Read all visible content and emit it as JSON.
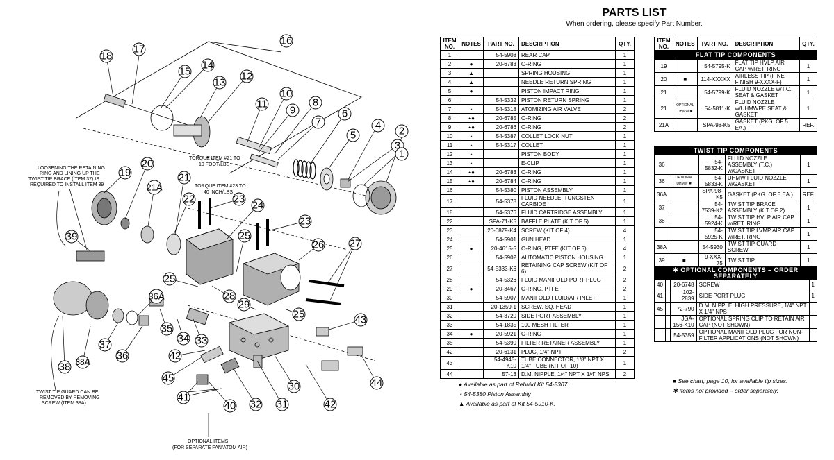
{
  "header": {
    "title": "PARTS LIST",
    "subtitle": "When ordering, please specify Part Number."
  },
  "columns": {
    "item": "ITEM NO.",
    "notes": "NOTES",
    "part": "PART NO.",
    "desc": "DESCRIPTION",
    "qty": "QTY."
  },
  "main_rows": [
    {
      "item": "1",
      "notes": "",
      "part": "54-5908",
      "desc": "REAR CAP",
      "qty": "1"
    },
    {
      "item": "2",
      "notes": "●",
      "part": "20-6783",
      "desc": "O-RING",
      "qty": "1"
    },
    {
      "item": "3",
      "notes": "▲",
      "part": "",
      "desc": "SPRING HOUSING",
      "qty": "1"
    },
    {
      "item": "4",
      "notes": "▲",
      "part": "",
      "desc": "NEEDLE RETURN SPRING",
      "qty": "1"
    },
    {
      "item": "5",
      "notes": "●",
      "part": "",
      "desc": "PISTON IMPACT RING",
      "qty": "1"
    },
    {
      "item": "6",
      "notes": "",
      "part": "54-5332",
      "desc": "PISTON RETURN SPRING",
      "qty": "1"
    },
    {
      "item": "7",
      "notes": "⋆",
      "part": "54-5318",
      "desc": "ATOMIZING AIR VALVE",
      "qty": "2"
    },
    {
      "item": "8",
      "notes": "⋆●",
      "part": "20-6785",
      "desc": "O-RING",
      "qty": "2"
    },
    {
      "item": "9",
      "notes": "⋆●",
      "part": "20-6786",
      "desc": "O-RING",
      "qty": "2"
    },
    {
      "item": "10",
      "notes": "⋆",
      "part": "54-5387",
      "desc": "COLLET LOCK NUT",
      "qty": "1"
    },
    {
      "item": "11",
      "notes": "⋆",
      "part": "54-5317",
      "desc": "COLLET",
      "qty": "1"
    },
    {
      "item": "12",
      "notes": "⋆",
      "part": "",
      "desc": "PISTON BODY",
      "qty": "1"
    },
    {
      "item": "13",
      "notes": "⋆",
      "part": "",
      "desc": "E-CLIP",
      "qty": "1"
    },
    {
      "item": "14",
      "notes": "⋆●",
      "part": "20-6783",
      "desc": "O-RING",
      "qty": "1"
    },
    {
      "item": "15",
      "notes": "⋆●",
      "part": "20-6784",
      "desc": "O-RING",
      "qty": "1"
    },
    {
      "item": "16",
      "notes": "",
      "part": "54-5380",
      "desc": "PISTON ASSEMBLY",
      "qty": "1"
    },
    {
      "item": "17",
      "notes": "",
      "part": "54-5378",
      "desc": "FLUID NEEDLE, TUNGSTEN CARBIDE",
      "qty": "1"
    },
    {
      "item": "18",
      "notes": "",
      "part": "54-5376",
      "desc": "FLUID CARTRIDGE ASSEMBLY",
      "qty": "1"
    },
    {
      "item": "22",
      "notes": "",
      "part": "SPA-71-K5",
      "desc": "BAFFLE PLATE (KIT OF 5)",
      "qty": "1"
    },
    {
      "item": "23",
      "notes": "",
      "part": "20-6879-K4",
      "desc": "SCREW (KIT OF 4)",
      "qty": "4"
    },
    {
      "item": "24",
      "notes": "",
      "part": "54-5901",
      "desc": "GUN HEAD",
      "qty": "1"
    },
    {
      "item": "25",
      "notes": "●",
      "part": "20-4615-5",
      "desc": "O-RING, PTFE (KIT OF 5)",
      "qty": "4"
    },
    {
      "item": "26",
      "notes": "",
      "part": "54-5902",
      "desc": "AUTOMATIC PISTON HOUSING",
      "qty": "1"
    },
    {
      "item": "27",
      "notes": "",
      "part": "54-5333-K6",
      "desc": "RETAINING CAP SCREW (KIT OF 6)",
      "qty": "2"
    },
    {
      "item": "28",
      "notes": "",
      "part": "54-5326",
      "desc": "FLUID MANIFOLD PORT PLUG",
      "qty": "2"
    },
    {
      "item": "29",
      "notes": "●",
      "part": "20-3467",
      "desc": "O-RING, PTFE",
      "qty": "2"
    },
    {
      "item": "30",
      "notes": "",
      "part": "54-5907",
      "desc": "MANIFOLD FLUID/AIR INLET",
      "qty": "1"
    },
    {
      "item": "31",
      "notes": "",
      "part": "20-1359-1",
      "desc": "SCREW, SQ. HEAD",
      "qty": "1"
    },
    {
      "item": "32",
      "notes": "",
      "part": "54-3720",
      "desc": "SIDE PORT ASSEMBLY",
      "qty": "1"
    },
    {
      "item": "33",
      "notes": "",
      "part": "54-1835",
      "desc": "100 MESH FILTER",
      "qty": "1"
    },
    {
      "item": "34",
      "notes": "●",
      "part": "20-5921",
      "desc": "O-RING",
      "qty": "1"
    },
    {
      "item": "35",
      "notes": "",
      "part": "54-5390",
      "desc": "FILTER RETAINER ASSEMBLY",
      "qty": "1"
    },
    {
      "item": "42",
      "notes": "",
      "part": "20-6131",
      "desc": "PLUG, 1/4\" NPT",
      "qty": "2"
    },
    {
      "item": "43",
      "notes": "",
      "part": "54-4945-K10",
      "desc": "TUBE CONNECTOR, 1/8\" NPT X 1/4\" TUBE (KIT OF 10)",
      "qty": "1"
    },
    {
      "item": "44",
      "notes": "",
      "part": "57-13",
      "desc": "D.M. NIPPLE, 1/4\" NPT X 1/4\" NPS",
      "qty": "2"
    }
  ],
  "flat_tip": {
    "title": "FLAT TIP COMPONENTS",
    "rows": [
      {
        "item": "19",
        "notes": "",
        "part": "54-5795-K",
        "desc": "FLAT TIP HVLP AIR CAP w/RET. RING",
        "qty": "1"
      },
      {
        "item": "20",
        "notes": "■",
        "part": "114-XXXXX",
        "desc": "AIRLESS TIP (FINE FINISH 9-XXXX-F)",
        "qty": "1"
      },
      {
        "item": "21",
        "notes": "",
        "part": "54-5799-K",
        "desc": "FLUID NOZZLE w/T.C. SEAT & GASKET",
        "qty": "1"
      },
      {
        "item": "21",
        "notes": "OPTIONAL UHMW ✱",
        "part": "54-5811-K",
        "desc": "FLUID NOZZLE w/UHMWPE SEAT & GASKET",
        "qty": "1"
      },
      {
        "item": "21A",
        "notes": "",
        "part": "SPA-98-K5",
        "desc": "GASKET (PKG. OF 5 EA.)",
        "qty": "REF."
      }
    ]
  },
  "twist_tip": {
    "title": "TWIST TIP COMPONENTS",
    "rows": [
      {
        "item": "36",
        "notes": "",
        "part": "54-5832-K",
        "desc": "FLUID NOZZLE ASSEMBLY (T.C.) w/GASKET",
        "qty": "1"
      },
      {
        "item": "36",
        "notes": "OPTIONAL UHMW ✱",
        "part": "54-5833-K",
        "desc": "UHMW FLUID NOZZLE w/GASKET",
        "qty": "1"
      },
      {
        "item": "36A",
        "notes": "",
        "part": "SPA-98-K5",
        "desc": "GASKET (PKG. OF 5 EA.)",
        "qty": "REF."
      },
      {
        "item": "37",
        "notes": "",
        "part": "54-7539-K2",
        "desc": "TWIST TIP BRACE ASSEMBLY (KIT OF 2)",
        "qty": "1"
      },
      {
        "item": "38",
        "notes": "",
        "part": "54-5924-K",
        "desc": "TWIST TIP HVLP AIR CAP w/RET. RING",
        "qty": "1"
      },
      {
        "item": "",
        "notes": "",
        "part": "54-5925-K",
        "desc": "TWIST TIP LVMP AIR CAP w/RET. RING",
        "qty": "1"
      },
      {
        "item": "38A",
        "notes": "",
        "part": "54-5930",
        "desc": "TWIST TIP GUARD SCREW",
        "qty": "1"
      },
      {
        "item": "39",
        "notes": "■",
        "part": "9-XXX-75",
        "desc": "TWIST TIP",
        "qty": "1"
      }
    ]
  },
  "optional": {
    "title": "✱ OPTIONAL COMPONENTS – ORDER SEPARATELY",
    "rows": [
      {
        "item": "40",
        "notes": "",
        "part": "20-6748",
        "desc": "SCREW",
        "qty": "1"
      },
      {
        "item": "41",
        "notes": "",
        "part": "102-2839",
        "desc": "SIDE PORT PLUG",
        "qty": "1"
      },
      {
        "item": "45",
        "notes": "",
        "part": "72-790",
        "desc": "D.M. NIPPLE, HIGH PRESSURE, 1/4\" NPT X 1/4\" NPS",
        "qty": ""
      },
      {
        "item": "",
        "notes": "",
        "part": "JGA-156-K10",
        "desc": "OPTIONAL SPRING CLIP TO RETAIN AIR CAP (NOT SHOWN)",
        "qty": ""
      },
      {
        "item": "",
        "notes": "",
        "part": "54-5359",
        "desc": "OPTIONAL MANIFOLD PLUG FOR NON-FILTER APPLICATIONS (NOT SHOWN)",
        "qty": ""
      }
    ]
  },
  "footnotes_left": [
    "● Available as part of Rebuild Kit 54-5307.",
    "⋆ 54-5380 Piston Assembly",
    "▲ Available as part of Kit 54-5910-K."
  ],
  "footnotes_right": [
    "■ See chart, page 10, for available tip sizes.",
    "✱ Items not provided – order separately."
  ],
  "diagram": {
    "balloons": [
      "1",
      "2",
      "3",
      "4",
      "5",
      "6",
      "7",
      "8",
      "9",
      "10",
      "11",
      "12",
      "13",
      "14",
      "15",
      "16",
      "17",
      "18",
      "19",
      "20",
      "21",
      "21A",
      "22",
      "23",
      "23",
      "24",
      "25",
      "25",
      "25",
      "26",
      "27",
      "28",
      "29",
      "30",
      "31",
      "32",
      "33",
      "34",
      "35",
      "36",
      "36A",
      "37",
      "38",
      "38A",
      "39",
      "40",
      "41",
      "42",
      "42",
      "43",
      "44",
      "45"
    ],
    "notes": {
      "torque21_1": "TORQUE ITEM #21 TO",
      "torque21_2": "10 FOOT/LBS",
      "torque23_1": "TORQUE ITEM #23 TO",
      "torque23_2": "40 INCH/LBS",
      "loosen_1": "LOOSENING THE RETAINING",
      "loosen_2": "RING AND LINING UP THE",
      "loosen_3": "TWIST TIP BRACE (ITEM 37) IS",
      "loosen_4": "REQUIRED TO INSTALL ITEM 39",
      "guard_1": "TWIST TIP GUARD CAN BE",
      "guard_2": "REMOVED BY REMOVING",
      "guard_3": "SCREW (ITEM 38A)",
      "opt_1": "OPTIONAL ITEMS",
      "opt_2": "(FOR SEPARATE FAN/ATOM AIR)"
    }
  }
}
